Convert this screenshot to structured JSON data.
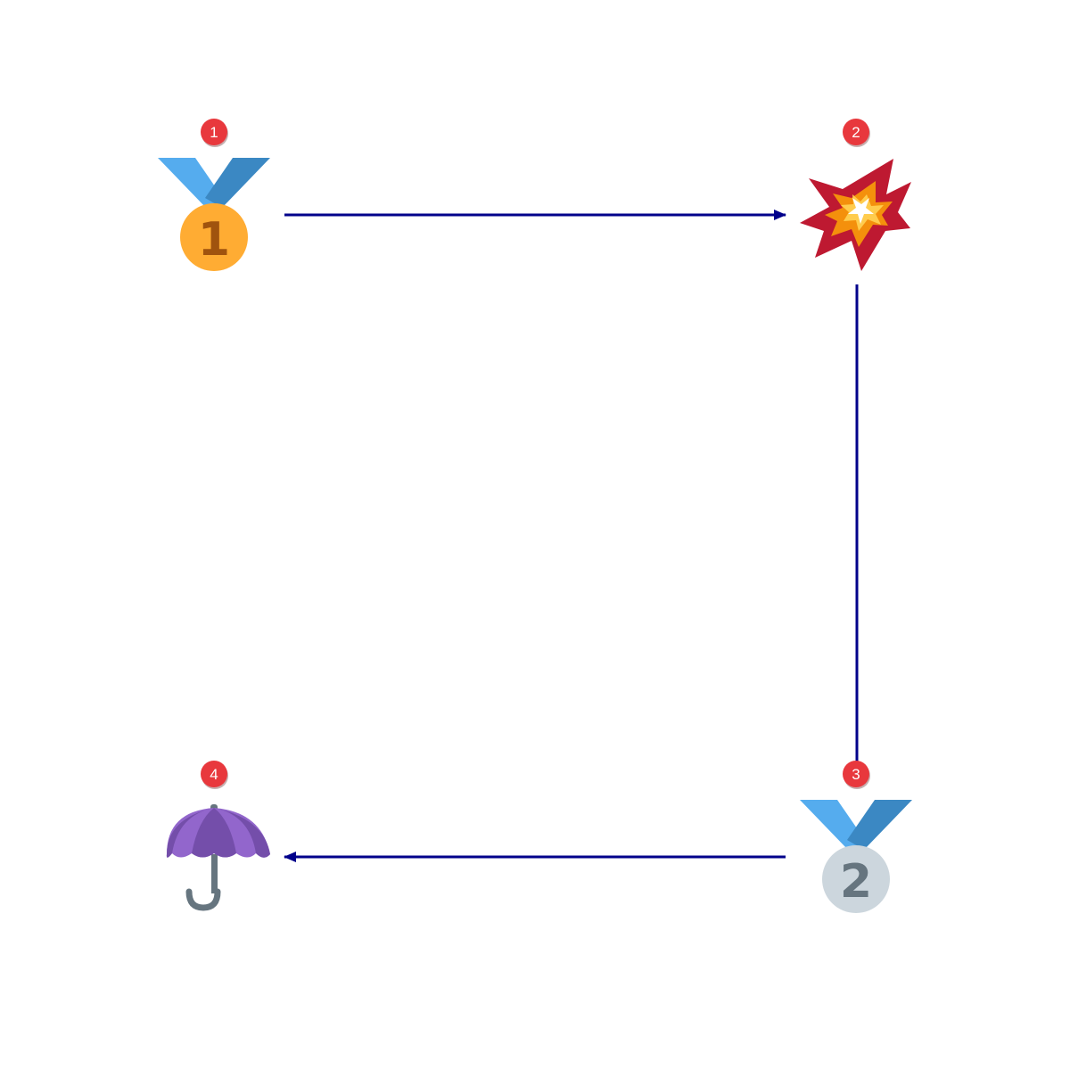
{
  "diagram": {
    "type": "flow-sequence",
    "nodes": [
      {
        "id": 1,
        "badge": "1",
        "icon": "first-place-medal-icon",
        "glyph_text": "1"
      },
      {
        "id": 2,
        "badge": "2",
        "icon": "collision-icon"
      },
      {
        "id": 3,
        "badge": "3",
        "icon": "second-place-medal-icon",
        "glyph_text": "2"
      },
      {
        "id": 4,
        "badge": "4",
        "icon": "umbrella-icon"
      }
    ],
    "edges": [
      {
        "from": 1,
        "to": 2
      },
      {
        "from": 2,
        "to": 3
      },
      {
        "from": 3,
        "to": 4
      }
    ],
    "colors": {
      "arrow": "#00008B",
      "badge": "#E8383D",
      "ribbon_light": "#55ACEE",
      "ribbon_dark": "#3B88C3",
      "gold": "#FFAC33",
      "gold_text": "#A0530E",
      "silver": "#CCD6DD",
      "silver_text": "#66757F",
      "burst_red": "#BE1931",
      "burst_orange": "#F4900C",
      "burst_yellow": "#FFCC4D",
      "umbrella_light": "#9266CC",
      "umbrella_dark": "#744EAA",
      "handle": "#66757F"
    }
  }
}
